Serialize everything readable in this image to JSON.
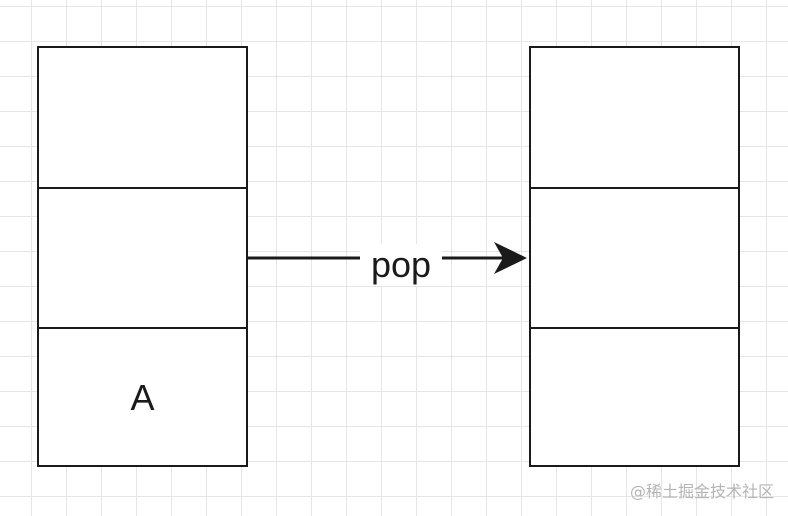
{
  "left_stack": {
    "cells": [
      "",
      "",
      "A"
    ]
  },
  "right_stack": {
    "cells": [
      "",
      "",
      ""
    ]
  },
  "edge": {
    "label": "pop"
  },
  "watermark": "@稀土掘金技术社区",
  "colors": {
    "stroke": "#1a1a1a",
    "grid": "#e6e6e6",
    "background": "#ffffff"
  }
}
